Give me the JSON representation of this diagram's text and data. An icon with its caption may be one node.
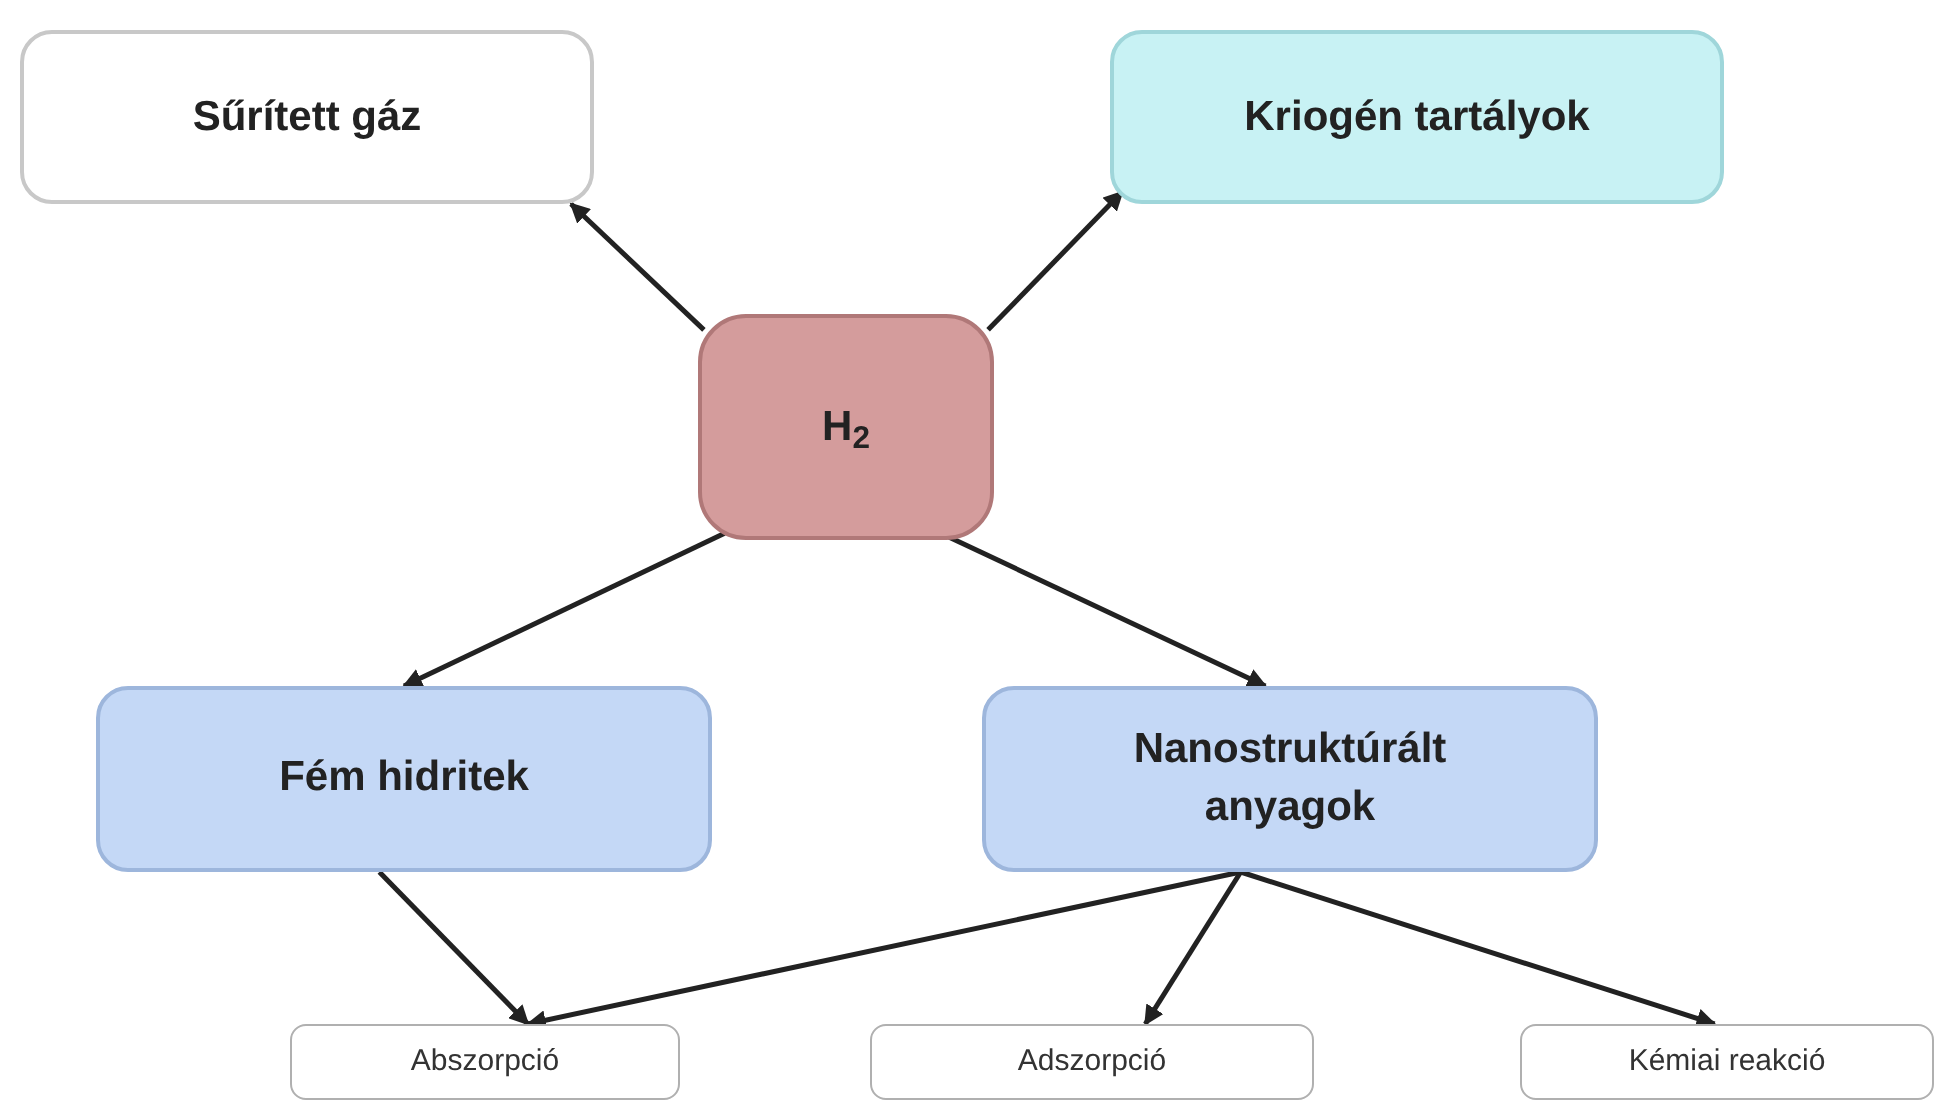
{
  "diagram": {
    "nodes": [
      {
        "text": [
          "Sűrített gáz"
        ]
      },
      {
        "text": [
          "Kriogén tartályok"
        ]
      },
      {
        "text": [
          "H$_{2}$"
        ]
      },
      {
        "text": [
          "Fém hidritek"
        ]
      },
      {
        "text": [
          "Nanostruktúrált anyagok"
        ]
      },
      {
        "text": [
          "Abszorpció"
        ]
      },
      {
        "text": [
          "Adszorpció"
        ]
      },
      {
        "text": [
          "Kémiai reakció"
        ]
      }
    ],
    "edges": [
      {
        "from": 2,
        "to": 0,
        "arrow": "to"
      },
      {
        "from": 2,
        "to": 1,
        "arrow": "to"
      },
      {
        "from": 2,
        "to": 3,
        "arrow": "to"
      },
      {
        "from": 2,
        "to": 4,
        "arrow": "to"
      },
      {
        "from": 3,
        "to": 5,
        "arrow": "to"
      },
      {
        "from": 4,
        "to": 5,
        "arrow": "to"
      },
      {
        "from": 4,
        "to": 6,
        "arrow": "to"
      },
      {
        "from": 4,
        "to": 7,
        "arrow": "to"
      }
    ]
  }
}
